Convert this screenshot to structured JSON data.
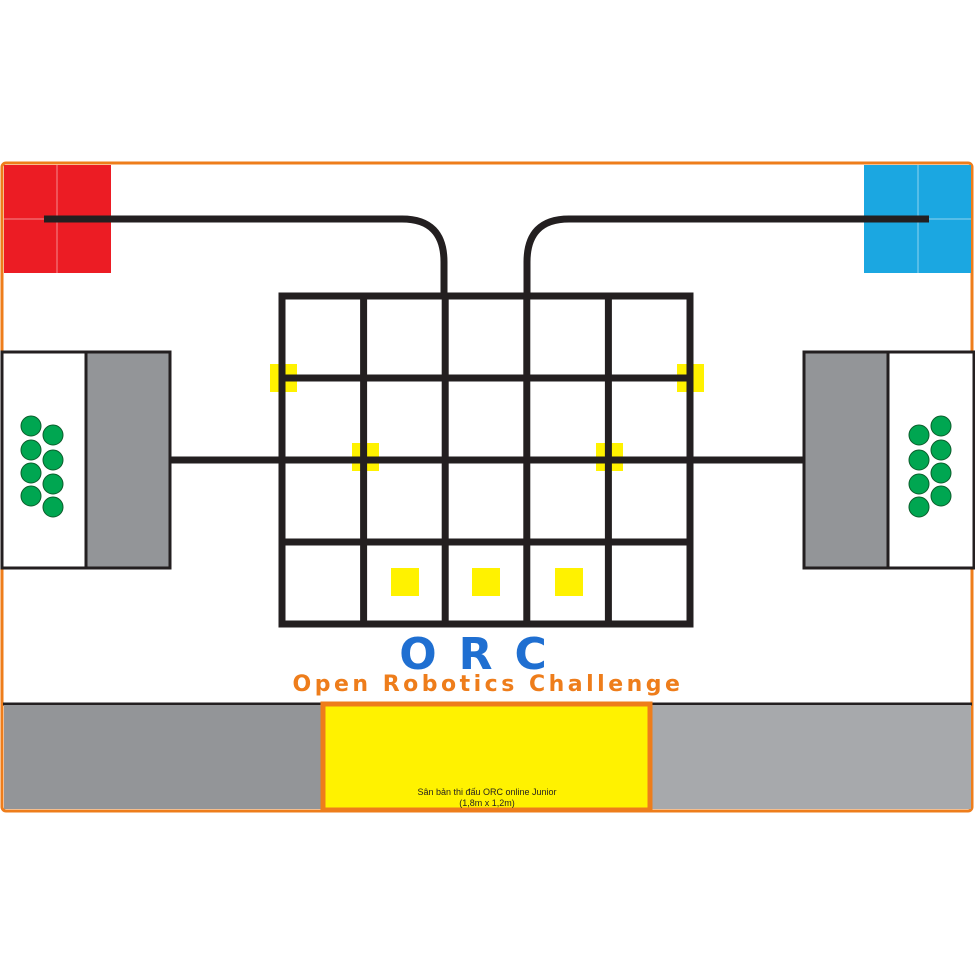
{
  "logo": {
    "title": "ORC",
    "subtitle": "Open Robotics Challenge"
  },
  "caption": {
    "line1": "Sân bản thi đấu ORC online Junior",
    "line2": "(1,8m x 1,2m)"
  },
  "colors": {
    "border": "#ee7d1b",
    "line": "#231f20",
    "red_zone": "#ec1c24",
    "blue_zone": "#1ba7e1",
    "gray_zone": "#939598",
    "light_gray": "#a7a9ac",
    "yellow": "#fff200",
    "green_ball": "#00a651",
    "logo_blue": "#1f6fd1",
    "logo_orange": "#ee7d1b"
  },
  "field": {
    "grid_columns": 5,
    "grid_rows": 4,
    "balls_per_side": 8
  }
}
